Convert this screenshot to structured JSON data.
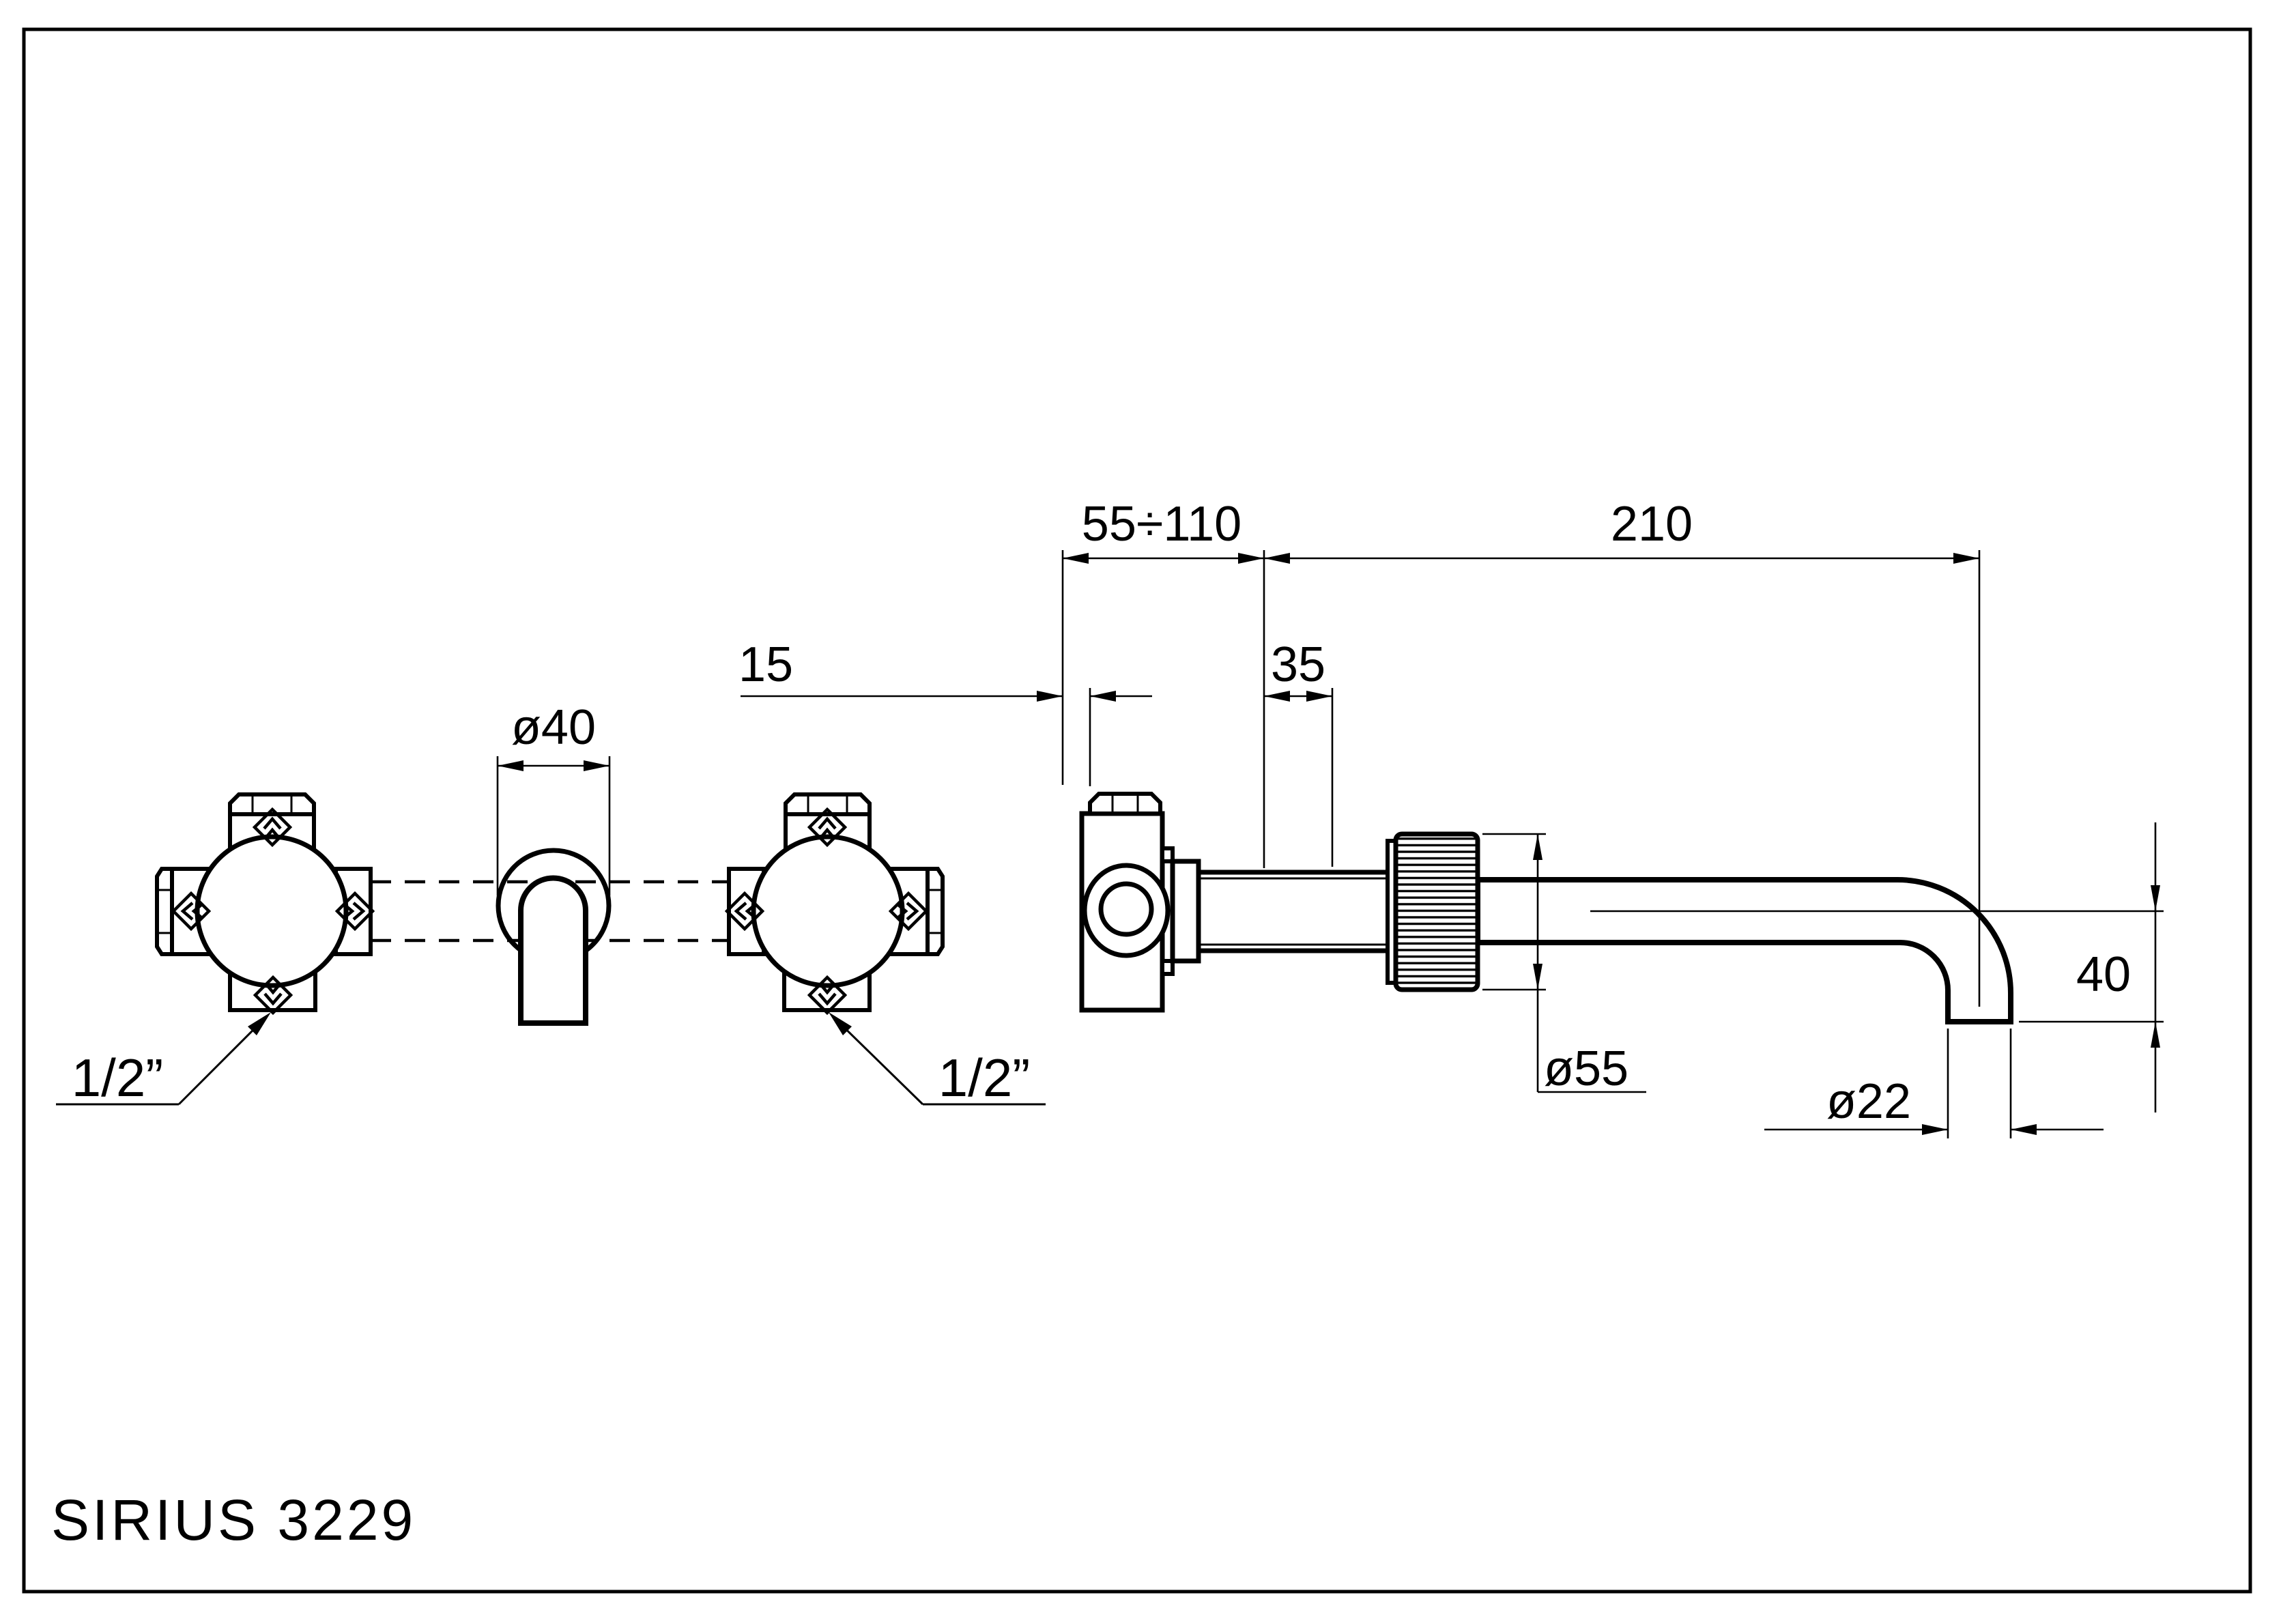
{
  "page": {
    "title": "SIRIUS  3229"
  },
  "front_view": {
    "spout_escutcheon_diameter_label": "ø40",
    "left_connection_label": "1/2”",
    "right_connection_label": "1/2”"
  },
  "side_view": {
    "adjustable_reach_label": "55÷110",
    "spout_reach_label": "210",
    "wall_offset_label": "15",
    "escutcheon_depth_label": "35",
    "escutcheon_diameter_label": "ø55",
    "spout_tube_diameter_label": "ø22",
    "outlet_drop_label": "40"
  }
}
